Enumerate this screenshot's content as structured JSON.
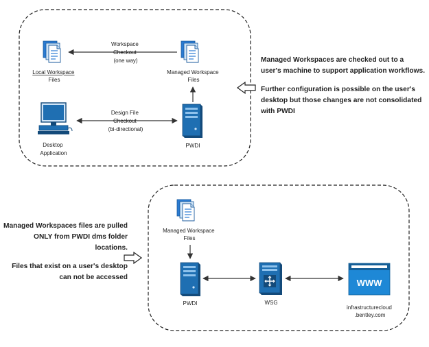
{
  "top_group": {
    "local_files_label": [
      "Local Workspace",
      "Files"
    ],
    "managed_files_label": [
      "Managed Workspace",
      "Files"
    ],
    "checkout_one_way_label": [
      "Workspace",
      "Checkout",
      "(one way)"
    ],
    "design_checkout_label": [
      "Design File",
      "Checkout",
      "(bi-directional)"
    ],
    "desktop_label": [
      "Desktop",
      "Application"
    ],
    "pwdi_label": "PWDI"
  },
  "bottom_group": {
    "managed_files_label": [
      "Managed Workspace",
      "Files"
    ],
    "pwdi_label": "PWDI",
    "wsg_label": "WSG",
    "cloud_label": [
      "infrastructurecloud",
      ".bentley.com"
    ],
    "cloud_icon_text": "WWW"
  },
  "notes": {
    "top": {
      "para1": "Managed Workspaces are checked out to a user's machine to support application workflows.",
      "para2": "Further configuration is possible on the user's desktop but those changes are not consolidated with PWDI"
    },
    "bottom": {
      "para1": "Managed Workspaces files are pulled ONLY from PWDI dms folder locations.",
      "para2": "Files that exist on a user's desktop can not be accessed"
    }
  },
  "colors": {
    "server_blue": "#1f6fb2",
    "doc_blue": "#2b7cd3",
    "doc_light": "#cfe4f7",
    "web_blue": "#1e88d6",
    "arrow": "#333333"
  }
}
